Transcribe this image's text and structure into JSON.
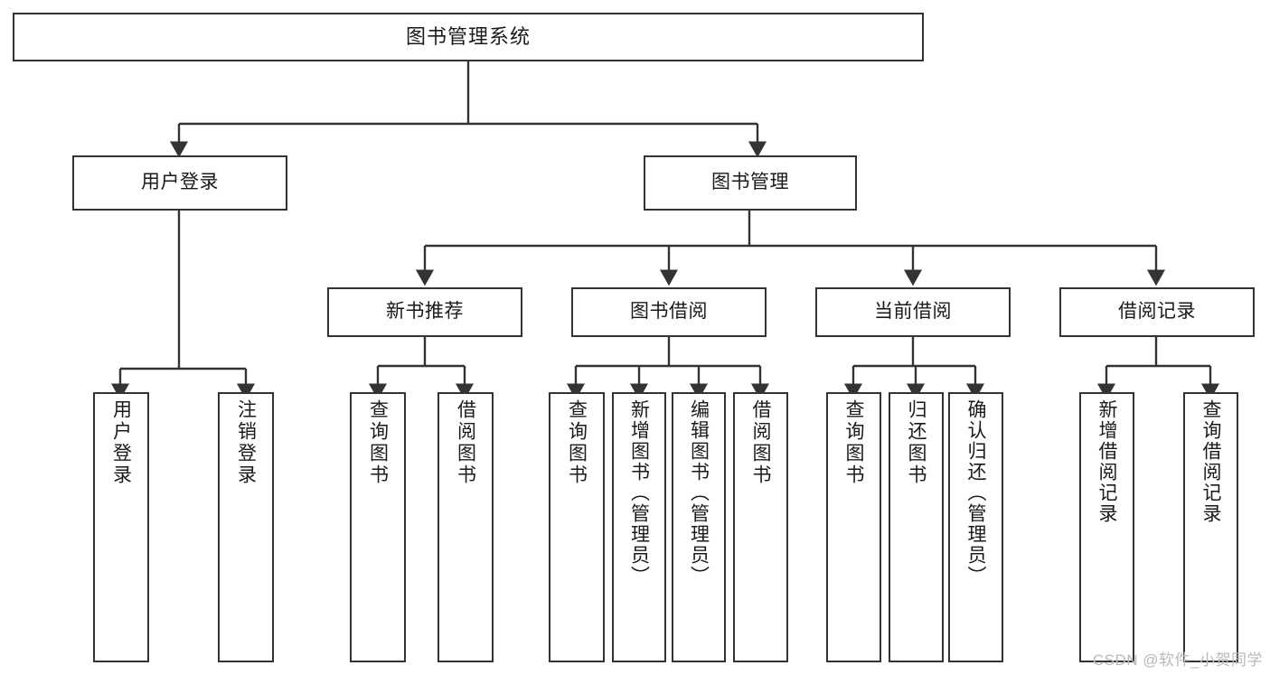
{
  "diagram": {
    "title": "图书管理系统",
    "type": "tree-hierarchy",
    "watermark": "CSDN @软件_小贺同学",
    "colors": {
      "box_border": "#333333",
      "box_fill": "#ffffff",
      "edge": "#333333",
      "text": "#1a1a1a",
      "watermark": "#b9b9b9"
    },
    "nodes": {
      "root": {
        "label": "图书管理系统"
      },
      "level1": [
        {
          "label": "用户登录"
        },
        {
          "label": "图书管理"
        }
      ],
      "level2": [
        {
          "label": "新书推荐"
        },
        {
          "label": "图书借阅"
        },
        {
          "label": "当前借阅"
        },
        {
          "label": "借阅记录"
        }
      ],
      "leaves_user_login": [
        {
          "label": "用户登录"
        },
        {
          "label": "注销登录"
        }
      ],
      "leaves_new_book": [
        {
          "label": "查询图书"
        },
        {
          "label": "借阅图书"
        }
      ],
      "leaves_borrow": [
        {
          "label": "查询图书"
        },
        {
          "label": "新增图书（管理员）"
        },
        {
          "label": "编辑图书（管理员）"
        },
        {
          "label": "借阅图书"
        }
      ],
      "leaves_current": [
        {
          "label": "查询图书"
        },
        {
          "label": "归还图书"
        },
        {
          "label": "确认归还（管理员）"
        }
      ],
      "leaves_record": [
        {
          "label": "新增借阅记录"
        },
        {
          "label": "查询借阅记录"
        }
      ]
    }
  }
}
